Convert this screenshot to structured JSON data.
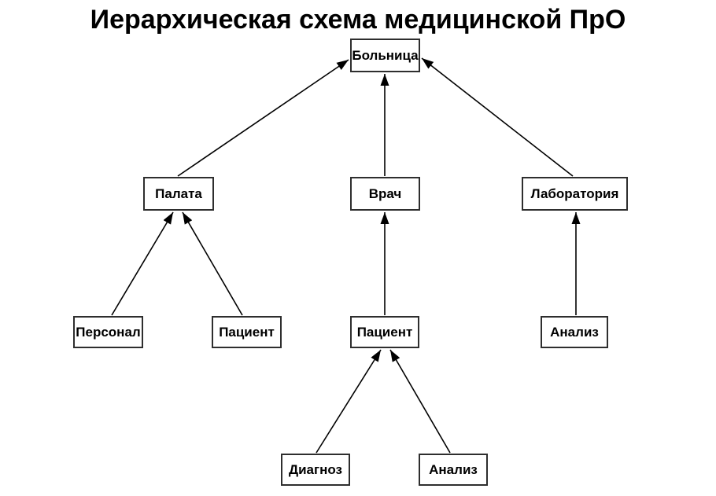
{
  "title": "Иерархическая схема медицинской ПрО",
  "colors": {
    "background": "#ffffff",
    "box_fill": "#ffffff",
    "box_border": "#2e2e2e",
    "text": "#000000",
    "arrow": "#000000"
  },
  "diagram": {
    "type": "hierarchy",
    "arrow_direction": "child-to-parent",
    "nodes": [
      {
        "id": "bolnitsa",
        "label": "Больница",
        "level": 1
      },
      {
        "id": "palata",
        "label": "Палата",
        "level": 2
      },
      {
        "id": "vrach",
        "label": "Врач",
        "level": 2
      },
      {
        "id": "laboratoriya",
        "label": "Лаборатория",
        "level": 2
      },
      {
        "id": "personal",
        "label": "Персонал",
        "level": 3
      },
      {
        "id": "patsient-palata",
        "label": "Пациент",
        "level": 3
      },
      {
        "id": "patsient-vrach",
        "label": "Пациент",
        "level": 3
      },
      {
        "id": "analiz-laboratoriya",
        "label": "Анализ",
        "level": 3
      },
      {
        "id": "diagnoz",
        "label": "Диагноз",
        "level": 4
      },
      {
        "id": "analiz-patsient",
        "label": "Анализ",
        "level": 4
      }
    ],
    "edges": [
      {
        "from": "palata",
        "to": "bolnitsa"
      },
      {
        "from": "vrach",
        "to": "bolnitsa"
      },
      {
        "from": "laboratoriya",
        "to": "bolnitsa"
      },
      {
        "from": "personal",
        "to": "palata"
      },
      {
        "from": "patsient-palata",
        "to": "palata"
      },
      {
        "from": "patsient-vrach",
        "to": "vrach"
      },
      {
        "from": "analiz-laboratoriya",
        "to": "laboratoriya"
      },
      {
        "from": "diagnoz",
        "to": "patsient-vrach"
      },
      {
        "from": "analiz-patsient",
        "to": "patsient-vrach"
      }
    ]
  }
}
